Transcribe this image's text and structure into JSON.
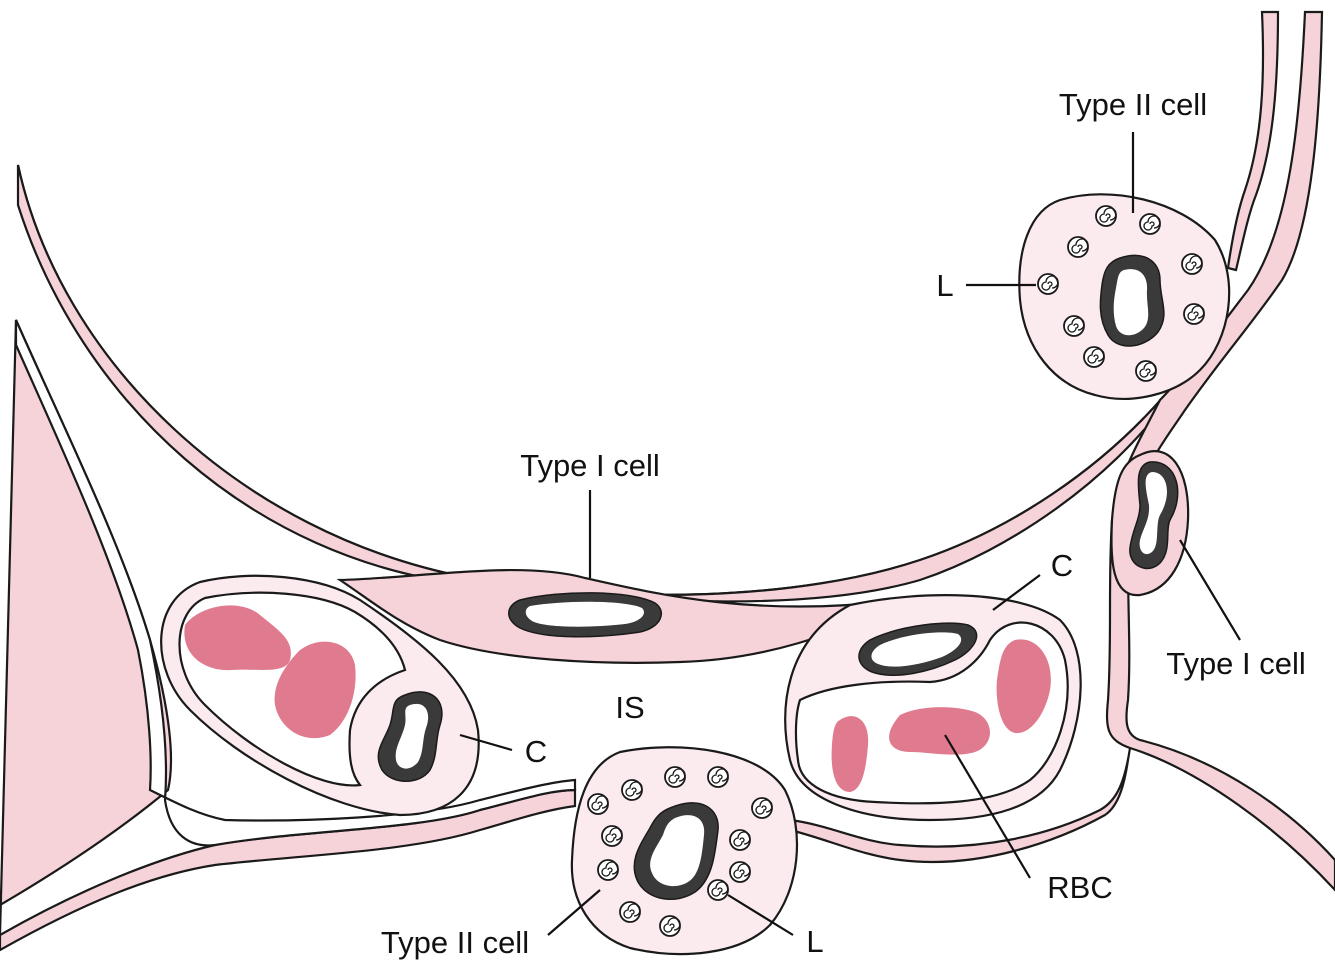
{
  "labels": {
    "type_ii_top": "Type II cell",
    "l_top": "L",
    "type_i_center": "Type I cell",
    "type_i_right": "Type I cell",
    "c_right": "C",
    "c_left": "C",
    "is": "IS",
    "rbc": "RBC",
    "type_ii_bottom": "Type II cell",
    "l_bottom": "L"
  },
  "colors": {
    "cell_pink": "#f5d3d9",
    "pale_pink": "#fbeaee",
    "rbc_pink": "#e07b8f",
    "nucleus": "#3a3a3a",
    "outline": "#1a1a1a"
  }
}
